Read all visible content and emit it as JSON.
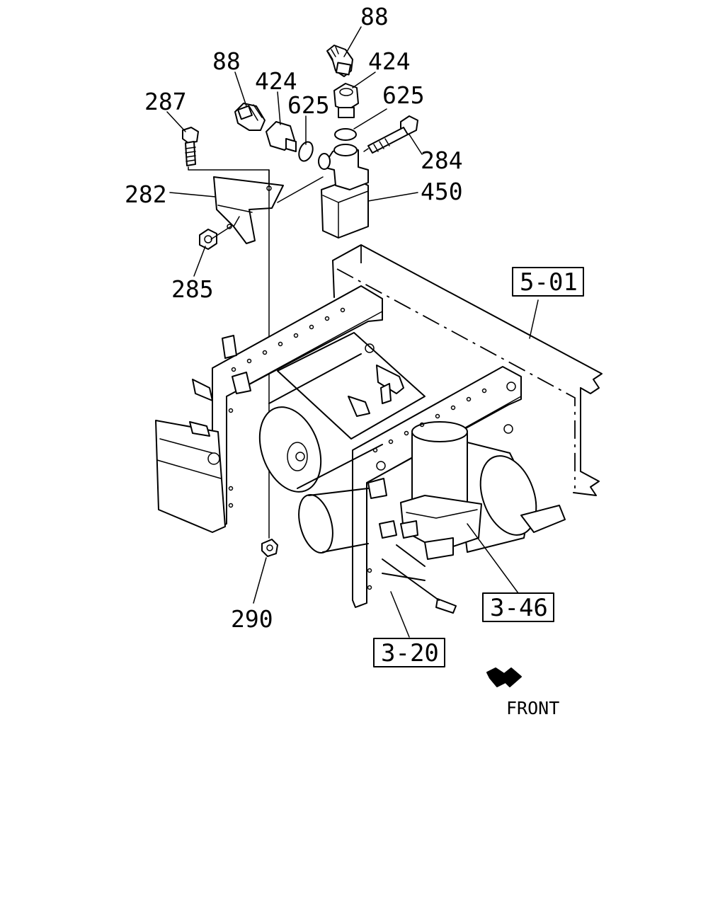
{
  "labels": {
    "p88a": "88",
    "p88b": "88",
    "p424a": "424",
    "p424b": "424",
    "p625a": "625",
    "p625b": "625",
    "p287": "287",
    "p284": "284",
    "p282": "282",
    "p450": "450",
    "p285": "285",
    "p290": "290"
  },
  "refs": {
    "r501": "5-01",
    "r346": "3-46",
    "r320": "3-20"
  },
  "front_label": "FRONT"
}
